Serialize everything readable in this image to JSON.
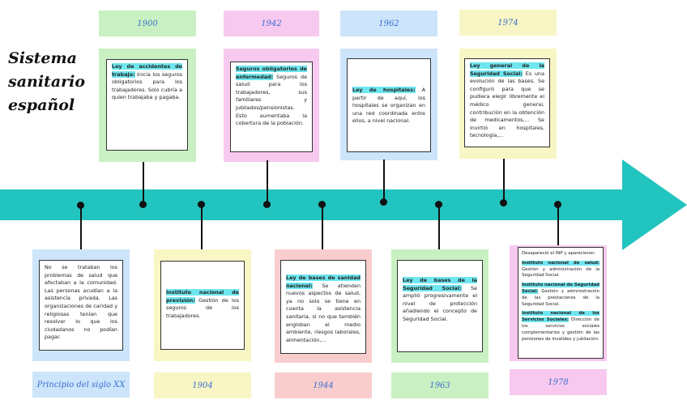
{
  "title": "Sistema sanitario español",
  "colors": {
    "arrow": "#22c4bf",
    "highlight": "#6ee6ef",
    "year_text": "#3a6fcf"
  },
  "top_events": [
    {
      "year": "1900",
      "highlight": "Ley de accidentes de trabajo:",
      "text": " Inicia los seguros obligatorios para los trabajadores. Solo cubría a quien trabajaba y pagaba."
    },
    {
      "year": "1942",
      "highlight": "Seguros obligatorios de enfermedad:",
      "text": " Seguros de salud para los trabajadores, sus familiares y jubilados/pensionistas. Esto aumentaba la cobertura de la población."
    },
    {
      "year": "1962",
      "highlight": "Ley de hospitales:",
      "text": " A partir de aquí, los hospitales se organizan en una red coordinada entre ellos, a nivel nacional."
    },
    {
      "year": "1974",
      "highlight": "Ley general de la Seguridad Social:",
      "text": " Es una evolución de las bases. Se configuró para que se pudiera elegir libremente el médico general, contribución en la obtención de medicamentos,... Se invirtió en hospitales, tecnología,..."
    }
  ],
  "bottom_events": [
    {
      "year": "Principio del siglo XX",
      "highlight": "",
      "text": "No se trataban los problemas de salud que afectaban a la comunidad. Las personas acudían a la asistencia privada. Las organizaciones de caridad y religiosas tenían que resolver lo que los ciudadanos no podían pagar."
    },
    {
      "year": "1904",
      "highlight": "Instituto nacional de previsión:",
      "text": " Gestión de los seguros de los trabajadores."
    },
    {
      "year": "1944",
      "highlight": "Ley de bases de sanidad nacional:",
      "text": " Se atienden nuevos aspectos de salud, ya no solo se tiene en cuenta la asistencia sanitaria, si no que también engloban el medio ambiente, riesgos laborales, alimentación,..."
    },
    {
      "year": "1963",
      "highlight": "Ley de bases de la Seguridad Social:",
      "text": " Se amplió progresivamente el nivel de protección añadiendo el concepto de Seguridad Social."
    }
  ],
  "event_1978": {
    "year": "1978",
    "intro": "Desapareció el INP y aparecieron:",
    "items": [
      {
        "highlight": "Instituto nacional de salud:",
        "text": " Gestión y administración de la Seguridad Social."
      },
      {
        "highlight": "Instituto nacional de Seguridad Social:",
        "text": " Gestión y administración de las prestaciones de la Seguridad Social."
      },
      {
        "highlight": "Instituto nacional de los Servicios Sociales:",
        "text": " Dirección de los servicios sociales complementarios y gestión de las pensiones de invalidez y jubilación."
      }
    ]
  }
}
